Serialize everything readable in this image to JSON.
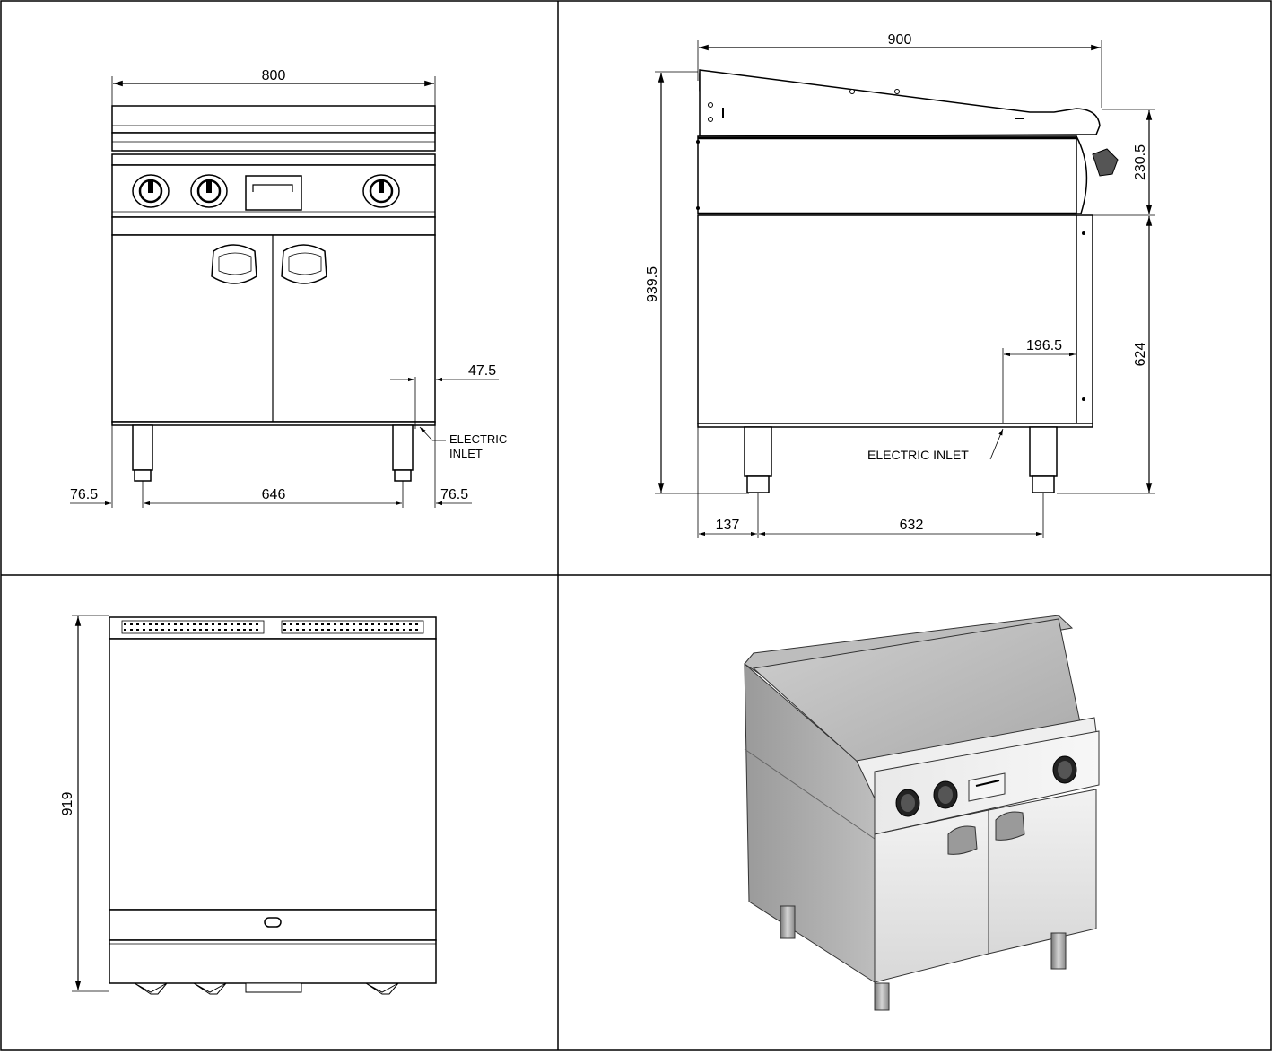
{
  "front_view": {
    "width_dim": "800",
    "inlet_offset_dim": "47.5",
    "leg_left_dim": "76.5",
    "leg_span_dim": "646",
    "leg_right_dim": "76.5",
    "inlet_label_line1": "ELECTRIC",
    "inlet_label_line2": "INLET"
  },
  "side_view": {
    "depth_dim": "900",
    "height_dim": "939.5",
    "top_height_dim": "230.5",
    "cabinet_height_dim": "624",
    "inlet_depth_dim": "196.5",
    "front_leg_dim": "137",
    "leg_span_dim": "632",
    "inlet_label": "ELECTRIC INLET"
  },
  "top_view": {
    "depth_dim": "919"
  }
}
